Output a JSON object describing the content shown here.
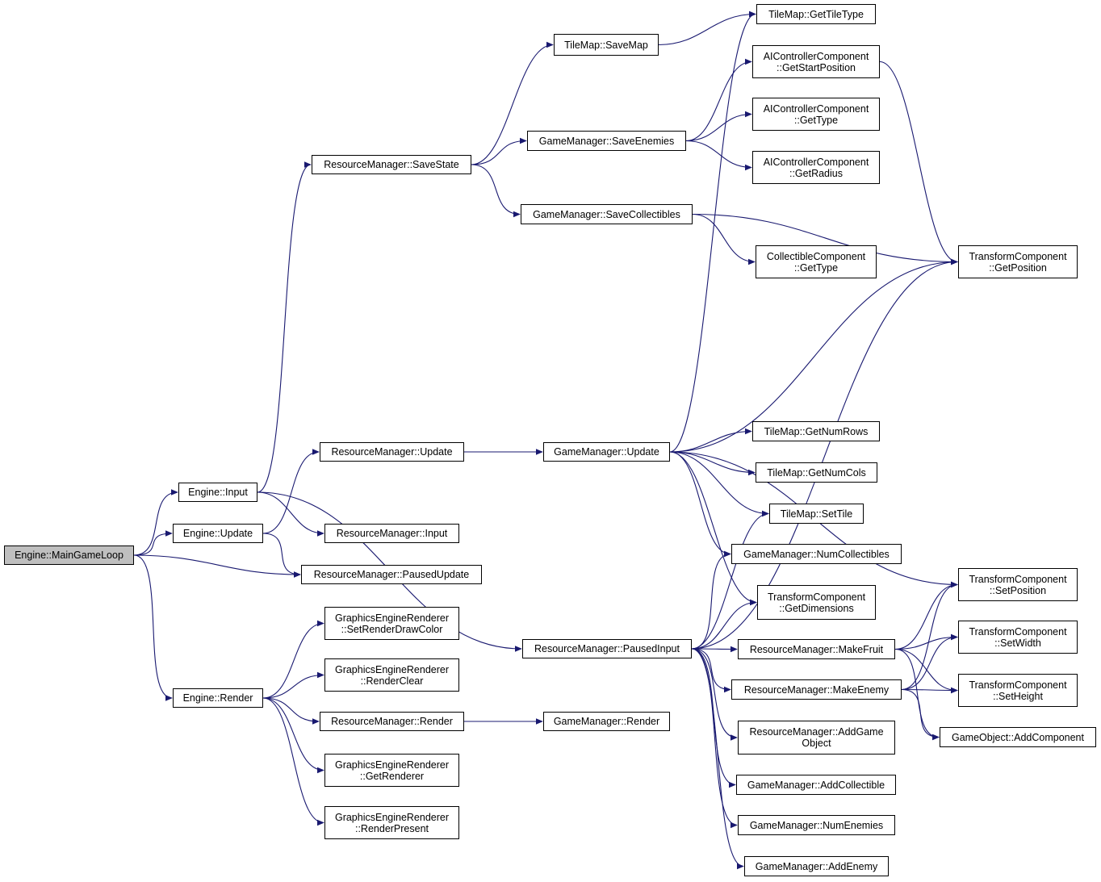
{
  "nodes": {
    "main_game_loop": "Engine::MainGameLoop",
    "engine_input": "Engine::Input",
    "engine_update": "Engine::Update",
    "engine_render": "Engine::Render",
    "rm_save_state": "ResourceManager::SaveState",
    "rm_update": "ResourceManager::Update",
    "rm_input": "ResourceManager::Input",
    "rm_paused_update": "ResourceManager::PausedUpdate",
    "ger_set_render_draw_color": "GraphicsEngineRenderer\n::SetRenderDrawColor",
    "ger_render_clear": "GraphicsEngineRenderer\n::RenderClear",
    "rm_render": "ResourceManager::Render",
    "ger_get_renderer": "GraphicsEngineRenderer\n::GetRenderer",
    "ger_render_present": "GraphicsEngineRenderer\n::RenderPresent",
    "tm_save_map": "TileMap::SaveMap",
    "gm_save_enemies": "GameManager::SaveEnemies",
    "gm_save_collectibles": "GameManager::SaveCollectibles",
    "gm_update": "GameManager::Update",
    "rm_paused_input": "ResourceManager::PausedInput",
    "gm_render": "GameManager::Render",
    "tm_get_tile_type": "TileMap::GetTileType",
    "ai_get_start_position": "AIControllerComponent\n::GetStartPosition",
    "ai_get_type": "AIControllerComponent\n::GetType",
    "ai_get_radius": "AIControllerComponent\n::GetRadius",
    "cc_get_type": "CollectibleComponent\n::GetType",
    "tm_get_num_rows": "TileMap::GetNumRows",
    "tm_get_num_cols": "TileMap::GetNumCols",
    "tm_set_tile": "TileMap::SetTile",
    "gm_num_collectibles": "GameManager::NumCollectibles",
    "tc_get_dimensions": "TransformComponent\n::GetDimensions",
    "rm_make_fruit": "ResourceManager::MakeFruit",
    "rm_make_enemy": "ResourceManager::MakeEnemy",
    "rm_add_game_object": "ResourceManager::AddGame\nObject",
    "gm_add_collectible": "GameManager::AddCollectible",
    "gm_num_enemies": "GameManager::NumEnemies",
    "gm_add_enemy": "GameManager::AddEnemy",
    "tc_get_position": "TransformComponent\n::GetPosition",
    "tc_set_position": "TransformComponent\n::SetPosition",
    "tc_set_width": "TransformComponent\n::SetWidth",
    "tc_set_height": "TransformComponent\n::SetHeight",
    "go_add_component": "GameObject::AddComponent"
  },
  "edges": [
    [
      "main_game_loop",
      "engine_input"
    ],
    [
      "main_game_loop",
      "engine_update"
    ],
    [
      "main_game_loop",
      "rm_paused_update"
    ],
    [
      "main_game_loop",
      "engine_render"
    ],
    [
      "engine_input",
      "rm_save_state"
    ],
    [
      "engine_input",
      "rm_input"
    ],
    [
      "engine_input",
      "rm_paused_input"
    ],
    [
      "engine_update",
      "rm_update"
    ],
    [
      "engine_update",
      "rm_paused_update"
    ],
    [
      "engine_render",
      "ger_set_render_draw_color"
    ],
    [
      "engine_render",
      "ger_render_clear"
    ],
    [
      "engine_render",
      "rm_render"
    ],
    [
      "engine_render",
      "ger_get_renderer"
    ],
    [
      "engine_render",
      "ger_render_present"
    ],
    [
      "rm_save_state",
      "tm_save_map"
    ],
    [
      "rm_save_state",
      "gm_save_enemies"
    ],
    [
      "rm_save_state",
      "gm_save_collectibles"
    ],
    [
      "rm_update",
      "gm_update"
    ],
    [
      "rm_render",
      "gm_render"
    ],
    [
      "tm_save_map",
      "tm_get_tile_type"
    ],
    [
      "gm_save_enemies",
      "ai_get_start_position"
    ],
    [
      "gm_save_enemies",
      "ai_get_type"
    ],
    [
      "gm_save_enemies",
      "ai_get_radius"
    ],
    [
      "gm_save_collectibles",
      "tc_get_position"
    ],
    [
      "gm_save_collectibles",
      "cc_get_type"
    ],
    [
      "ai_get_start_position",
      "tc_get_position"
    ],
    [
      "gm_update",
      "tm_get_tile_type"
    ],
    [
      "gm_update",
      "tc_get_position"
    ],
    [
      "gm_update",
      "tc_set_position"
    ],
    [
      "gm_update",
      "tm_get_num_rows"
    ],
    [
      "gm_update",
      "tm_get_num_cols"
    ],
    [
      "gm_update",
      "tm_set_tile"
    ],
    [
      "gm_update",
      "gm_num_collectibles"
    ],
    [
      "gm_update",
      "tc_get_dimensions"
    ],
    [
      "rm_paused_input",
      "tc_get_position"
    ],
    [
      "rm_paused_input",
      "tm_set_tile"
    ],
    [
      "rm_paused_input",
      "gm_num_collectibles"
    ],
    [
      "rm_paused_input",
      "tc_get_dimensions"
    ],
    [
      "rm_paused_input",
      "rm_make_fruit"
    ],
    [
      "rm_paused_input",
      "rm_make_enemy"
    ],
    [
      "rm_paused_input",
      "rm_add_game_object"
    ],
    [
      "rm_paused_input",
      "gm_add_collectible"
    ],
    [
      "rm_paused_input",
      "gm_num_enemies"
    ],
    [
      "rm_paused_input",
      "gm_add_enemy"
    ],
    [
      "rm_make_fruit",
      "tc_set_position"
    ],
    [
      "rm_make_fruit",
      "tc_set_width"
    ],
    [
      "rm_make_fruit",
      "tc_set_height"
    ],
    [
      "rm_make_fruit",
      "go_add_component"
    ],
    [
      "rm_make_enemy",
      "tc_set_position"
    ],
    [
      "rm_make_enemy",
      "tc_set_width"
    ],
    [
      "rm_make_enemy",
      "tc_set_height"
    ],
    [
      "rm_make_enemy",
      "go_add_component"
    ]
  ],
  "colors": {
    "edge": "#191970",
    "root_fill": "#bfbfbf",
    "node_fill": "#ffffff",
    "border": "#000000"
  }
}
